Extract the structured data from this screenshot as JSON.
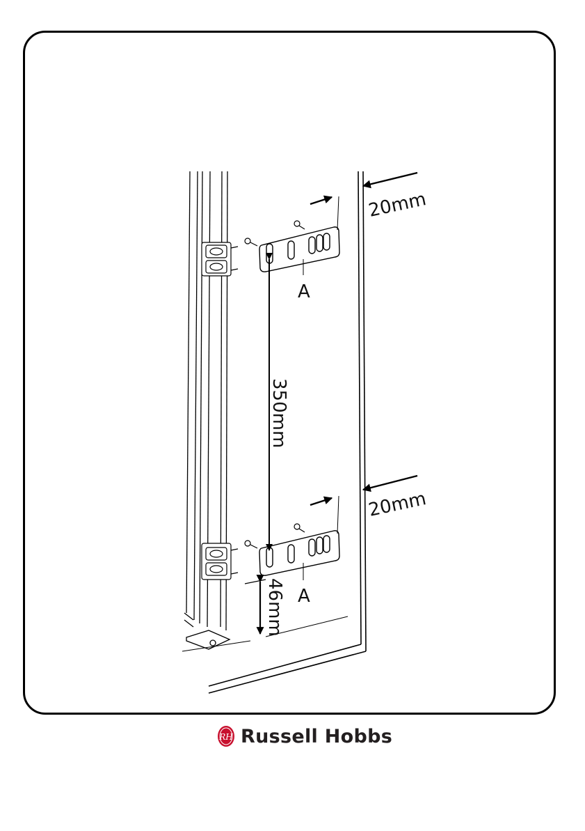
{
  "diagram": {
    "dim_top_gap": "20mm",
    "dim_bottom_gap": "20mm",
    "dim_vertical": "350mm",
    "dim_floor": "46mm",
    "part_top": "A",
    "part_bottom": "A"
  },
  "brand": {
    "name": "Russell Hobbs",
    "logo_monogram": "RH",
    "logo_color": "#c8102e"
  }
}
